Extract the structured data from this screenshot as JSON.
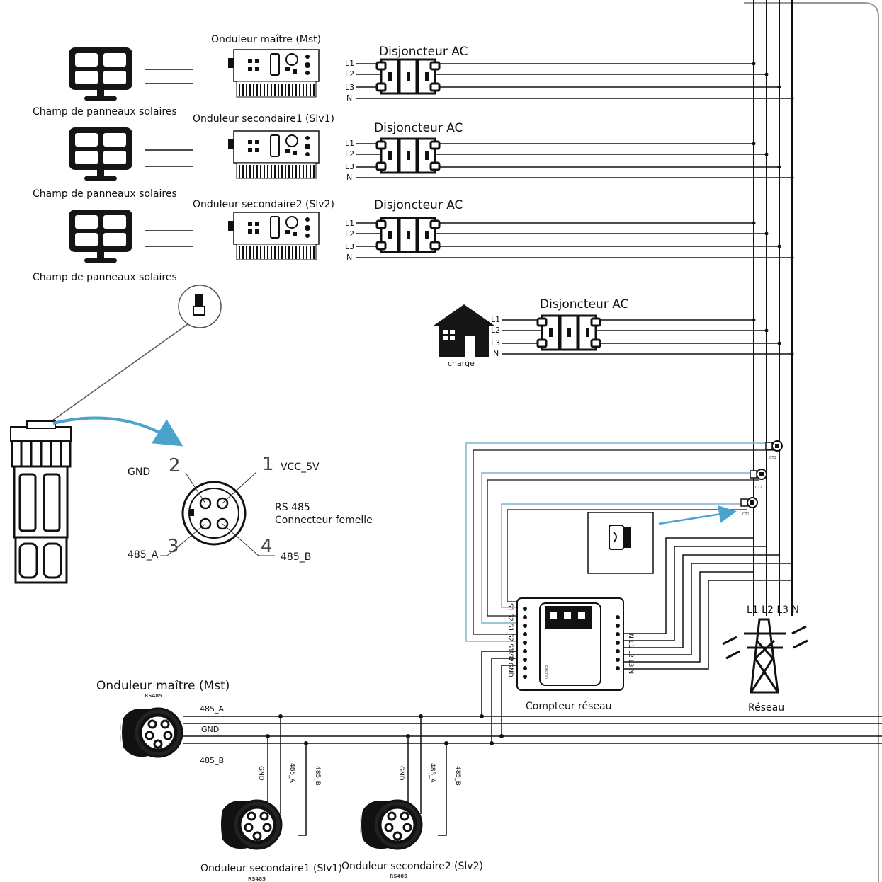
{
  "solar": {
    "label": "Champ de panneaux solaires"
  },
  "inverters": {
    "master": "Onduleur maître (Mst)",
    "slave1": "Onduleur secondaire1 (Slv1)",
    "slave2": "Onduleur  secondaire2 (Slv2)"
  },
  "breaker": {
    "label": "Disjoncteur AC"
  },
  "phases": [
    "L1",
    "L2",
    "L3",
    "N"
  ],
  "load": {
    "label": "charge"
  },
  "connector": {
    "pins": {
      "p1": "1",
      "p2": "2",
      "p3": "3",
      "p4": "4",
      "vcc": "VCC_5V",
      "gnd": "GND",
      "a": "485_A",
      "b": "485_B"
    },
    "type_line1": "RS 485",
    "type_line2": "Connecteur femelle"
  },
  "meter": {
    "label": "Compteur réseau",
    "brand": "Eastron",
    "left_terminals_top": "S1 S2 S1 S2 S1 S2",
    "left_terminals_bottom": "A B GND",
    "right_terminals": "N L1 L2 L3 N"
  },
  "ct": {
    "ct1": "CT1",
    "ct2": "CT2",
    "ct3": "CT3"
  },
  "grid": {
    "label": "Réseau",
    "phases": "L1 L2 L3 N"
  },
  "rs485": {
    "master_title": "Onduleur maître (Mst)",
    "tag": "RS485",
    "a": "485_A",
    "gnd": "GND",
    "b": "485_B",
    "slave1_title": "Onduleur secondaire1 (Slv1)",
    "slave2_title": "Onduleur  secondaire2 (Slv2)"
  },
  "colors": {
    "line": "#111111",
    "ct_wire": "#7fb4cf",
    "arrow": "#4aa3cc"
  }
}
